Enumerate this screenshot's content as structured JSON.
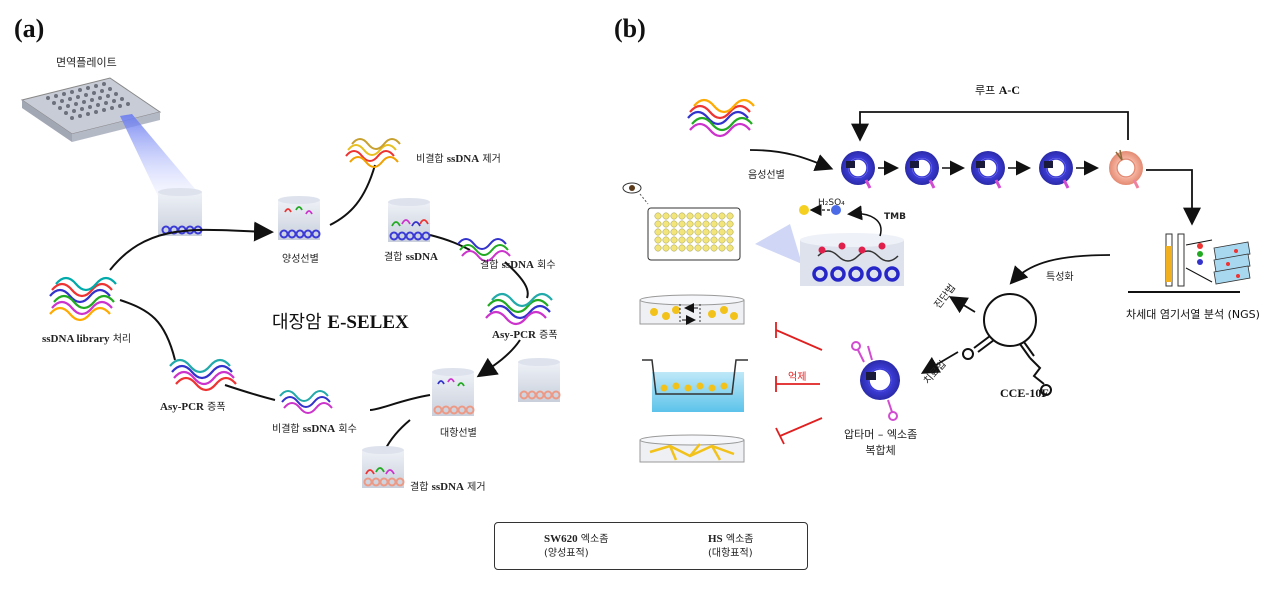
{
  "panel_a": {
    "label": "(a)",
    "immunoplate": "면역플레이트",
    "center_title_prefix": "대장암 ",
    "center_title_bold": "E-SELEX",
    "step_library_bold": "ssDNA library",
    "step_library_rest": " 처리",
    "step_positive": "양성선별",
    "step_unbound_remove_prefix": "비결합 ",
    "step_unbound_remove_bold": "ssDNA",
    "step_unbound_remove_suffix": " 제거",
    "step_bound_prefix": "결합 ",
    "step_bound_bold": "ssDNA",
    "step_bound_recover_prefix": "결합 ",
    "step_bound_recover_bold": "ssDNA",
    "step_bound_recover_suffix": " 회수",
    "step_pcr_right_bold": "Asy-PCR",
    "step_pcr_right_suffix": " 증폭",
    "step_counter": "대항선별",
    "step_bound_remove_prefix": "결합 ",
    "step_bound_remove_bold": "ssDNA",
    "step_bound_remove_suffix": " 제거",
    "step_unbound_recover_prefix": "비결합 ",
    "step_unbound_recover_bold": "ssDNA",
    "step_unbound_recover_suffix": " 회수",
    "step_pcr_left_bold": "Asy-PCR",
    "step_pcr_left_suffix": " 증폭"
  },
  "panel_b": {
    "label": "(b)",
    "loop_prefix": "루프 ",
    "loop_bold": "A-C",
    "negative_selection": "음성선별",
    "ngs": "차세대 염기서열 분석 (NGS)",
    "characterization": "특성화",
    "diagnosis": "진단법",
    "therapy": "치료법",
    "aptamer_name": "CCE-10F",
    "h2so4": "H₂SO₄",
    "tmb": "TMB",
    "inhibition": "억제",
    "complex_line1": "압타머 – 엑소좀",
    "complex_line2": "복합체"
  },
  "legend": {
    "sw620_bold": "SW620",
    "sw620_rest": " 엑소좀",
    "sw620_sub": "(양성표적)",
    "hs_bold": "HS",
    "hs_rest": " 엑소좀",
    "hs_sub": "(대항표적)"
  },
  "colors": {
    "sw620_exosome": "#3b3bd6",
    "hs_exosome": "#f0a08a",
    "inhibit_red": "#e02020",
    "plate_yellow": "#f3e57a",
    "cell_yellow": "#f2c21a"
  }
}
